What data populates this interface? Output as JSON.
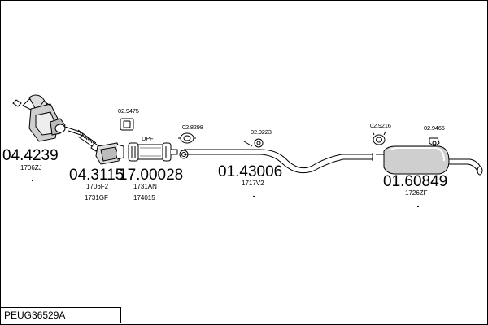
{
  "reference": "PEUG36529A",
  "parts": [
    {
      "number": "04.4239",
      "codes": [
        "1706ZJ"
      ]
    },
    {
      "number": "04.3115",
      "codes": [
        "1706F2",
        "1731GF"
      ]
    },
    {
      "number": "17.00028",
      "codes": [
        "1731AN",
        "174015"
      ]
    },
    {
      "number": "01.43006",
      "codes": [
        "1717V2"
      ]
    },
    {
      "number": "01.60849",
      "codes": [
        "1726ZF"
      ]
    }
  ],
  "accessories": [
    "02.9475",
    "02.8298",
    "02.9223",
    "02.9216",
    "02.9466"
  ],
  "dpf_label": "DPF"
}
